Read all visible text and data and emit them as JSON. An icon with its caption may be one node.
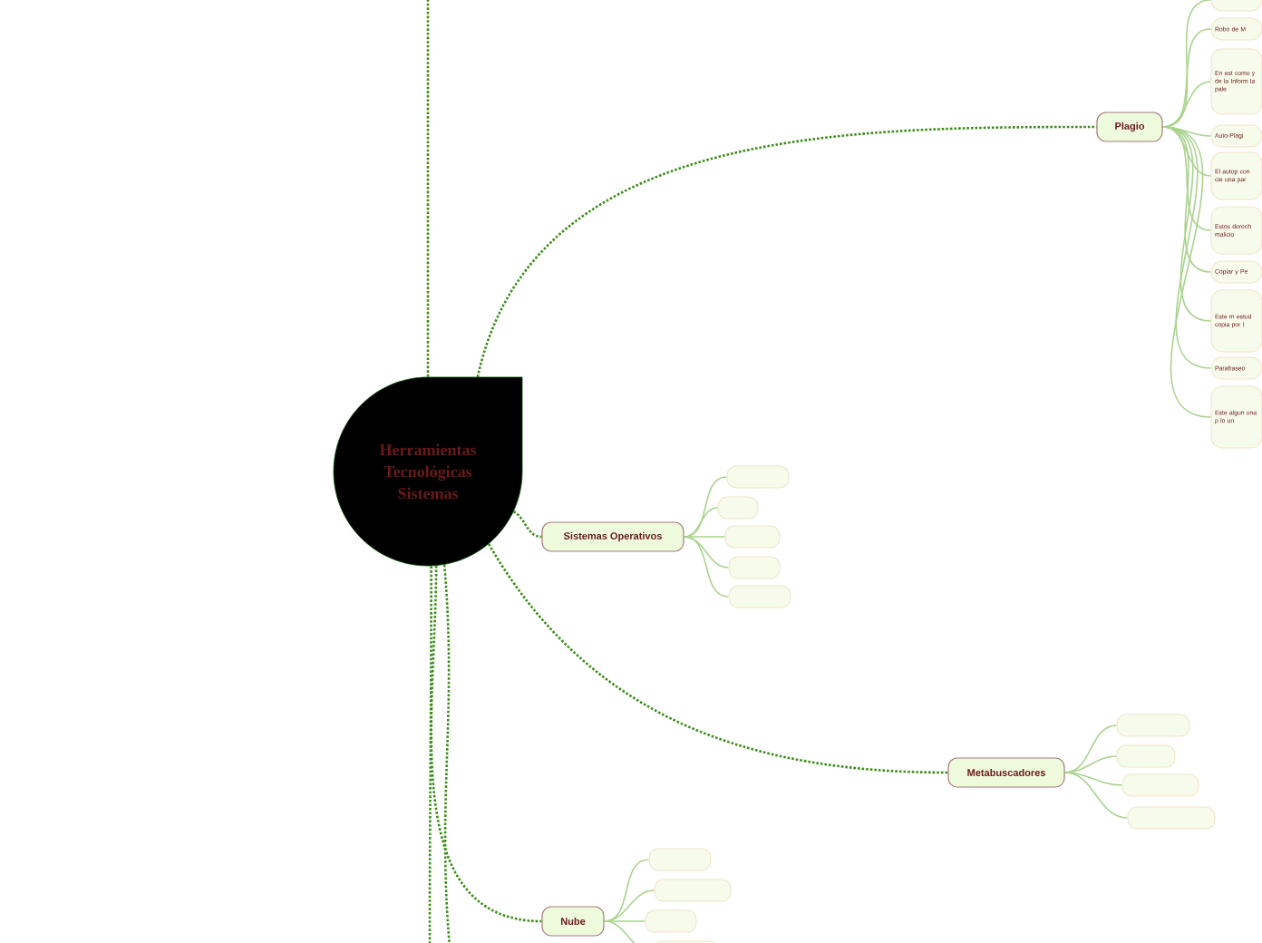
{
  "diagram": {
    "nodes": [
      {
        "text": [
          "Herramientas Tecnológicas Sistemas"
        ]
      },
      {
        "text": [
          "Plagio"
        ]
      },
      {
        "text": [],
        "shape": "box"
      },
      {
        "text": [
          "Robo de M"
        ]
      },
      {
        "text": [
          "En est como y de la Inform la pale"
        ]
      },
      {
        "text": [
          "Auto-Plagi"
        ]
      },
      {
        "text": [
          "El autop con cie una par"
        ]
      },
      {
        "text": [
          "Estos derech malicio"
        ]
      },
      {
        "text": [
          "Copiar y Pe"
        ]
      },
      {
        "text": [
          "Este m estud copia por l"
        ]
      },
      {
        "text": [
          "Parafraseo"
        ]
      },
      {
        "text": [
          "Este algun una p lo un"
        ]
      },
      {
        "text": [
          "Sistemas Operativos"
        ]
      },
      {
        "text": [],
        "shape": "box"
      },
      {
        "text": [],
        "shape": "box"
      },
      {
        "text": [],
        "shape": "box"
      },
      {
        "text": [],
        "shape": "box"
      },
      {
        "text": [],
        "shape": "box"
      },
      {
        "text": [
          "Metabuscadores"
        ]
      },
      {
        "text": [],
        "shape": "box"
      },
      {
        "text": [],
        "shape": "box"
      },
      {
        "text": [],
        "shape": "box"
      },
      {
        "text": [],
        "shape": "box"
      },
      {
        "text": [
          "Nube"
        ]
      },
      {
        "text": [],
        "shape": "box"
      },
      {
        "text": [],
        "shape": "box"
      },
      {
        "text": [],
        "shape": "box"
      },
      {
        "text": [],
        "shape": "box"
      }
    ],
    "edges": [
      {
        "from": 0,
        "to": null,
        "arrow": "none",
        "style": "dashed",
        "color": "#3d8c1a"
      },
      {
        "from": 0,
        "to": 1,
        "arrow": "none",
        "style": "dashed",
        "color": "#3d8c1a"
      },
      {
        "from": 1,
        "to": 2,
        "arrow": "none"
      },
      {
        "from": 1,
        "to": 3,
        "arrow": "none"
      },
      {
        "from": 1,
        "to": 4,
        "arrow": "none"
      },
      {
        "from": 1,
        "to": 5,
        "arrow": "none"
      },
      {
        "from": 1,
        "to": 6,
        "arrow": "none"
      },
      {
        "from": 1,
        "to": 7,
        "arrow": "none"
      },
      {
        "from": 1,
        "to": 8,
        "arrow": "none"
      },
      {
        "from": 1,
        "to": 9,
        "arrow": "none"
      },
      {
        "from": 1,
        "to": 10,
        "arrow": "none"
      },
      {
        "from": 1,
        "to": 11,
        "arrow": "none"
      },
      {
        "from": 0,
        "to": 12,
        "arrow": "none",
        "style": "dashed",
        "color": "#3d8c1a"
      },
      {
        "from": 12,
        "to": 13,
        "arrow": "none"
      },
      {
        "from": 12,
        "to": 14,
        "arrow": "none"
      },
      {
        "from": 12,
        "to": 15,
        "arrow": "none"
      },
      {
        "from": 12,
        "to": 16,
        "arrow": "none"
      },
      {
        "from": 12,
        "to": 17,
        "arrow": "none"
      },
      {
        "from": 0,
        "to": 18,
        "arrow": "none",
        "style": "dashed",
        "color": "#3d8c1a"
      },
      {
        "from": 18,
        "to": 19,
        "arrow": "none"
      },
      {
        "from": 18,
        "to": 20,
        "arrow": "none"
      },
      {
        "from": 18,
        "to": 21,
        "arrow": "none"
      },
      {
        "from": 18,
        "to": 22,
        "arrow": "none"
      },
      {
        "from": 0,
        "to": 23,
        "arrow": "none",
        "style": "dashed",
        "color": "#3d8c1a"
      },
      {
        "from": 23,
        "to": 24,
        "arrow": "none"
      },
      {
        "from": 23,
        "to": 25,
        "arrow": "none"
      },
      {
        "from": 23,
        "to": 26,
        "arrow": "none"
      },
      {
        "from": 23,
        "to": 27,
        "arrow": "none"
      },
      {
        "from": 0,
        "to": null,
        "arrow": "none",
        "style": "dashed",
        "color": "#3d8c1a"
      },
      {
        "from": 0,
        "to": null,
        "arrow": "none",
        "style": "dashed",
        "color": "#3d8c1a"
      }
    ]
  }
}
